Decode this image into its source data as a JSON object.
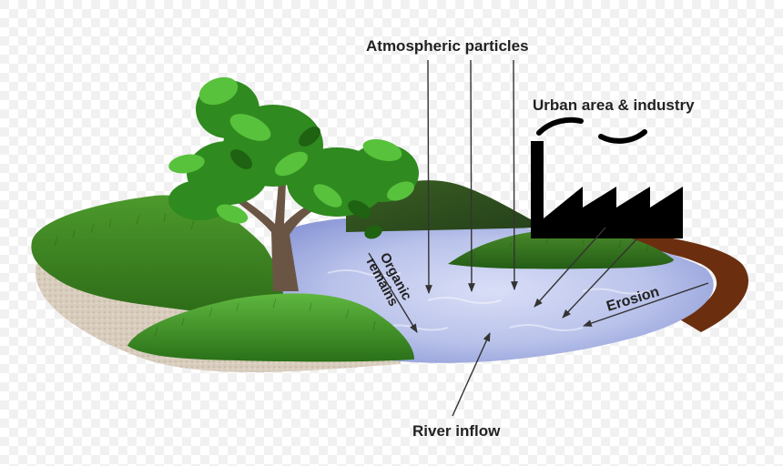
{
  "labels": {
    "atmospheric": "Atmospheric particles",
    "urban": "Urban area & industry",
    "organic_line1": "Organic",
    "organic_line2": "remains",
    "erosion": "Erosion",
    "river": "River inflow"
  },
  "colors": {
    "water": "#b9c2ea",
    "grass_dark": "#2f7a1f",
    "grass_light": "#5aa83a",
    "soil": "#6b2f10",
    "sand": "#d8cdbd",
    "factory": "#000000",
    "arrow": "#333333",
    "leaf": "#3fb52a"
  },
  "icons": {
    "tree": "tree-icon",
    "factory": "factory-icon",
    "smoke": "smoke-icon"
  }
}
